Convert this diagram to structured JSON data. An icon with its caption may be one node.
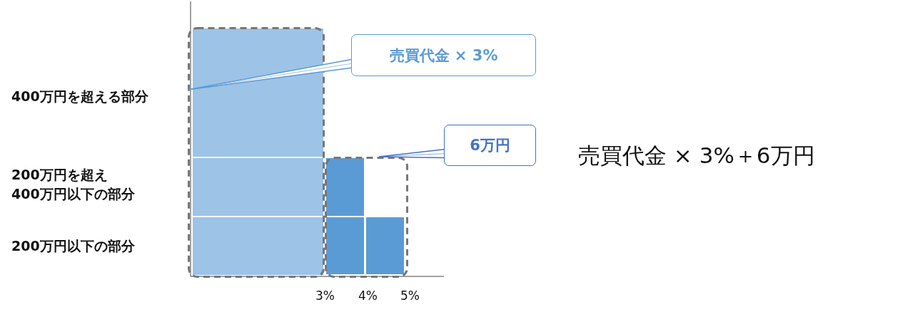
{
  "diagram": {
    "nodes": [
      {
        "text": [
          "売買代金 × 3%"
        ]
      },
      {
        "text": [],
        "shape": "box"
      },
      {
        "text": [
          "6万円"
        ]
      },
      {
        "text": [],
        "shape": "box"
      }
    ],
    "edges": [
      {
        "from": 0,
        "to": 1,
        "arrow": "none"
      },
      {
        "from": 2,
        "to": 3,
        "arrow": "none"
      }
    ],
    "labels": [
      "400万円を超える部分",
      "200万円を超え400万円以下の部分",
      "200万円以下の部分",
      "3%",
      "4%",
      "5%",
      "売買代金 × 3%＋6万円"
    ]
  }
}
